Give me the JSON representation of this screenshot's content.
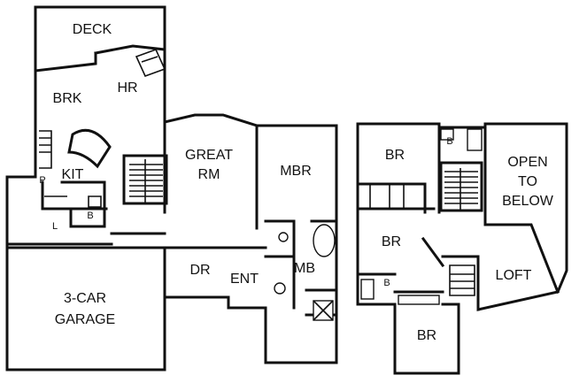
{
  "rooms": {
    "deck": "DECK",
    "brk": "BRK",
    "hr": "HR",
    "kit": "KIT",
    "p": "P",
    "l": "L",
    "bath_main": "B",
    "great_rm_1": "GREAT",
    "great_rm_2": "RM",
    "mbr": "MBR",
    "mb": "MB",
    "dr": "DR",
    "ent": "ENT",
    "garage_1": "3-CAR",
    "garage_2": "GARAGE",
    "br_upper_left": "BR",
    "br_mid": "BR",
    "br_bottom": "BR",
    "bath_up_top": "B",
    "bath_up_left": "B",
    "open_1": "OPEN",
    "open_2": "TO",
    "open_3": "BELOW",
    "loft": "LOFT"
  }
}
